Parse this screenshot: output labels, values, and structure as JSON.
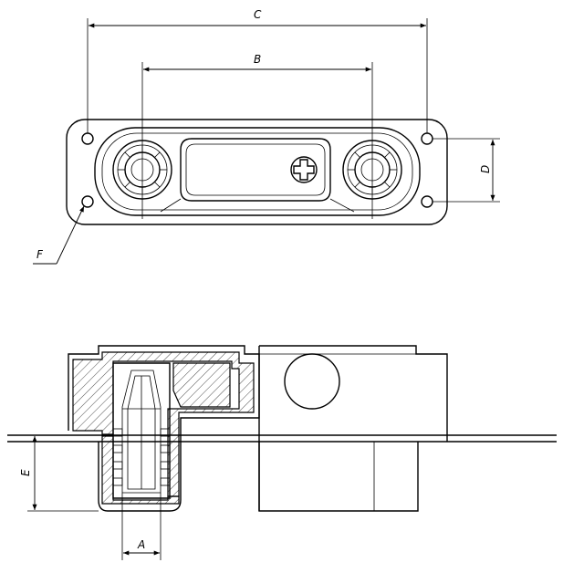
{
  "labels": {
    "a": "A",
    "b": "B",
    "c": "C",
    "d": "D",
    "e": "E",
    "f": "F"
  }
}
